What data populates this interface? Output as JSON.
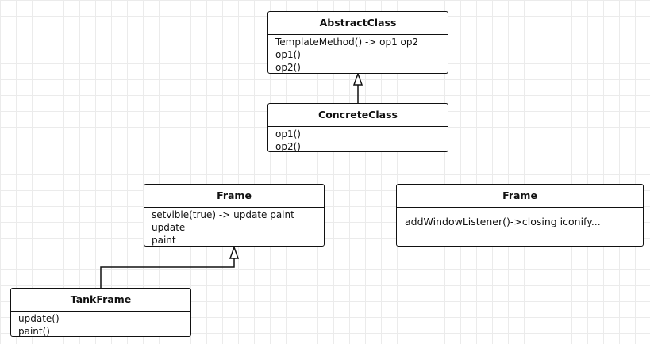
{
  "classes": {
    "abstract_class": {
      "name": "AbstractClass",
      "members": [
        "TemplateMethod() -> op1 op2",
        "op1()",
        "op2()"
      ]
    },
    "concrete_class": {
      "name": "ConcreteClass",
      "members": [
        "op1()",
        "op2()"
      ]
    },
    "frame_left": {
      "name": "Frame",
      "members": [
        "setvible(true) -> update paint",
        "update",
        "paint"
      ]
    },
    "frame_right": {
      "name": "Frame",
      "members": [
        "addWindowListener()->closing iconify..."
      ]
    },
    "tank_frame": {
      "name": "TankFrame",
      "members": [
        "update()",
        "paint()"
      ]
    }
  },
  "colors": {
    "border": "#111111",
    "grid": "#ebebeb",
    "background": "#ffffff"
  }
}
